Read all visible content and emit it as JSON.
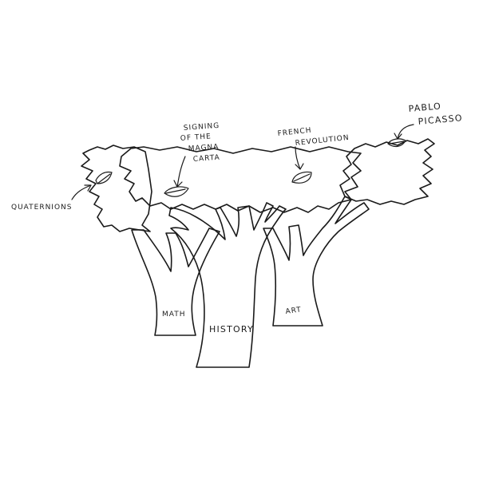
{
  "trunks": {
    "math": "MATH",
    "history": "HISTORY",
    "art": "ART"
  },
  "leaves": {
    "quaternions": "QUATERNIONS",
    "magna_carta": [
      "SIGNING",
      "OF THE",
      "MAGNA",
      "CARTA"
    ],
    "french_revolution": [
      "FRENCH",
      "REVOLUTION"
    ],
    "picasso": [
      "PABLO",
      "PICASSO"
    ]
  },
  "colors": {
    "math_canopy": "#dc8aa2",
    "history_canopy": "#cbd3a4",
    "art_canopy": "#7fd0d8",
    "math_trunk": "#dcdcdc",
    "history_trunk": "#e8b8a4",
    "art_trunk": "#e2dcdc",
    "leaf": "#b5c488"
  }
}
